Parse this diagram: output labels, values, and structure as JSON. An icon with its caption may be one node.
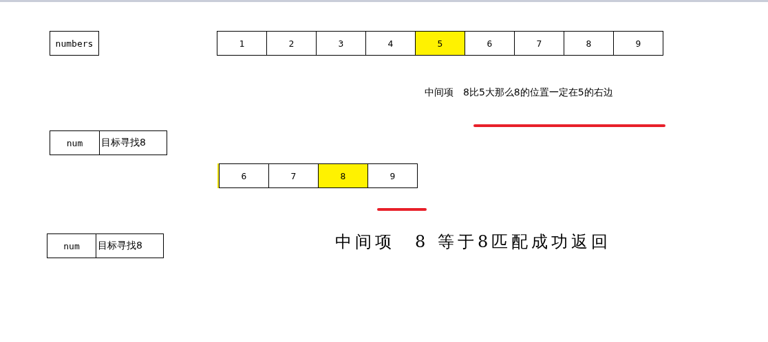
{
  "diagram": {
    "nodes": [
      {
        "text": [
          "numbers"
        ]
      },
      {
        "text": [
          "1"
        ]
      },
      {
        "text": [
          "2"
        ]
      },
      {
        "text": [
          "3"
        ]
      },
      {
        "text": [
          "4"
        ]
      },
      {
        "text": [
          "5"
        ]
      },
      {
        "text": [
          "6"
        ]
      },
      {
        "text": [
          "7"
        ]
      },
      {
        "text": [
          "8"
        ]
      },
      {
        "text": [
          "9"
        ]
      },
      {
        "text": [
          "num"
        ]
      },
      {
        "text": [
          "目标寻找8"
        ]
      },
      {
        "text": [
          "6"
        ]
      },
      {
        "text": [
          "7"
        ]
      },
      {
        "text": [
          "8"
        ]
      },
      {
        "text": [
          "9"
        ]
      },
      {
        "text": [
          "num"
        ]
      },
      {
        "text": [
          "目标寻找8"
        ]
      }
    ],
    "labels": [
      "中间项　8比5大那么8的位置一定在5的右边",
      "中间项　8 等于8匹配成功返回"
    ]
  }
}
